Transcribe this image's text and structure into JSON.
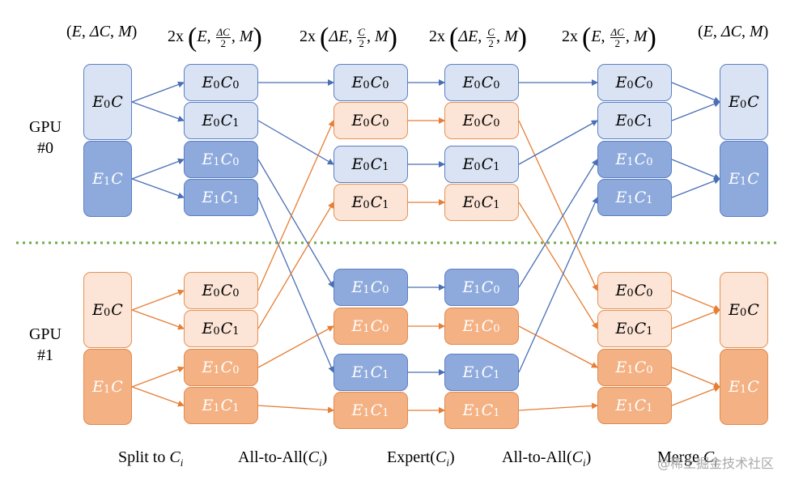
{
  "headers": [
    {
      "text": "(E, ΔC, M)",
      "prefix": "",
      "a": "E",
      "b": "ΔC",
      "c": "M",
      "frac": false
    },
    {
      "prefix": "2x",
      "a": "E",
      "num": "ΔC",
      "den": "2",
      "c": "M",
      "frac": true
    },
    {
      "prefix": "2x",
      "a": "ΔE",
      "num": "C",
      "den": "2",
      "c": "M",
      "frac": true
    },
    {
      "prefix": "2x",
      "a": "ΔE",
      "num": "C",
      "den": "2",
      "c": "M",
      "frac": true
    },
    {
      "prefix": "2x",
      "a": "E",
      "num": "ΔC",
      "den": "2",
      "c": "M",
      "frac": true
    },
    {
      "text": "(E, ΔC, M)",
      "prefix": "",
      "a": "E",
      "b": "ΔC",
      "c": "M",
      "frac": false
    }
  ],
  "gpu_labels": [
    {
      "line1": "GPU",
      "line2": "#0"
    },
    {
      "line1": "GPU",
      "line2": "#1"
    }
  ],
  "stage_labels": [
    {
      "text": "Split to ",
      "math": "C",
      "sub": "i"
    },
    {
      "text": "All-to-All(",
      "math": "C",
      "sub": "i",
      "close": ")"
    },
    {
      "text": "Expert(",
      "math": "C",
      "sub": "i",
      "close": ")"
    },
    {
      "text": "All-to-All(",
      "math": "C",
      "sub": "i",
      "close": ")"
    },
    {
      "text": "Merge ",
      "math": "C",
      "sub": "i"
    }
  ],
  "watermark": "@稀土掘金技术社区",
  "colors": {
    "blue_line": "#4a6fb5",
    "orange_line": "#e67e34",
    "divider": "#70ad47"
  }
}
